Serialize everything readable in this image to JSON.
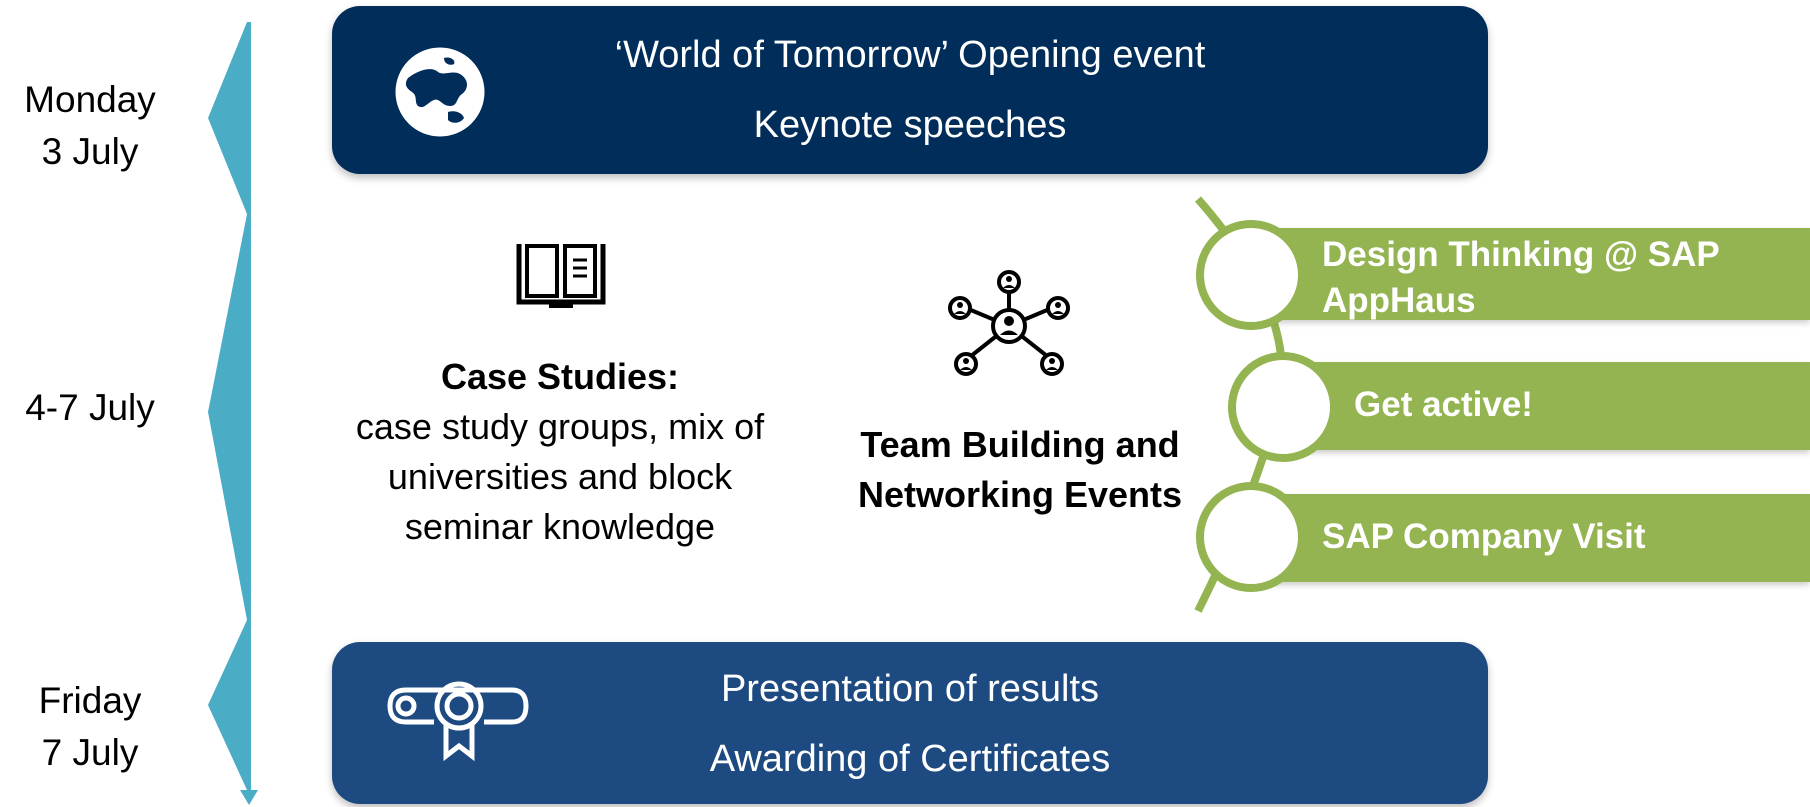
{
  "timeline": {
    "days": [
      {
        "line1": "Monday",
        "line2": "3 July"
      },
      {
        "line1": "4-7 July",
        "line2": ""
      },
      {
        "line1": "Friday",
        "line2": "7 July"
      }
    ]
  },
  "top_banner": {
    "line1": "‘World of Tomorrow’ Opening event",
    "line2": "Keynote speeches",
    "icon": "globe-icon",
    "color": "#002d59"
  },
  "case_studies": {
    "icon": "book-icon",
    "title": "Case Studies:",
    "lines": [
      "case study groups, mix of",
      "universities and block",
      "seminar knowledge"
    ]
  },
  "team_building": {
    "icon": "network-icon",
    "title_line1": "Team Building and",
    "title_line2": "Networking Events"
  },
  "activities": [
    {
      "line1": "Design Thinking @ SAP",
      "line2": "AppHaus"
    },
    {
      "line1": "Get active!",
      "line2": ""
    },
    {
      "line1": "SAP Company Visit",
      "line2": ""
    }
  ],
  "bottom_banner": {
    "line1": "Presentation of results",
    "line2": "Awarding of Certificates",
    "icon": "certificate-icon",
    "color": "#1d4a80"
  },
  "colors": {
    "timeline": "#4bacc6",
    "green": "#93b450"
  }
}
